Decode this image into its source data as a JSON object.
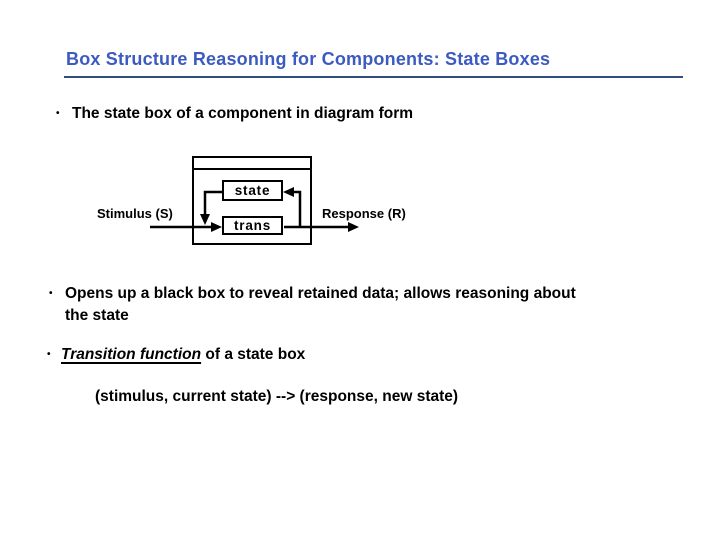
{
  "slide": {
    "title": "Box Structure Reasoning for Components: State Boxes",
    "bullet1": {
      "marker": "•",
      "text": "The state box of a component in diagram form"
    },
    "bullet2": {
      "marker": "•",
      "line1": "Opens up a black box to reveal retained data; allows reasoning about",
      "line2": "the state"
    },
    "bullet3": {
      "marker": "•",
      "emphasis": "Transition function",
      "rest": " of a state box"
    },
    "formula": "(stimulus, current state) --> (response, new state)"
  },
  "diagram": {
    "state_box_label": "state",
    "trans_box_label": "trans",
    "stimulus_label": "Stimulus (S)",
    "response_label": "Response (R)"
  },
  "colors": {
    "title_blue": "#3C5AC2",
    "rule_blue": "#2E4E7C",
    "text_black": "#000000",
    "background": "#FFFFFF"
  }
}
